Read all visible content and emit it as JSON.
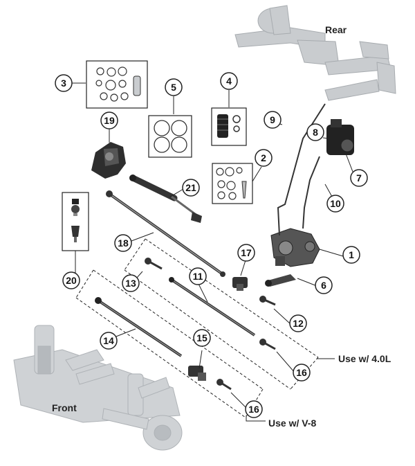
{
  "labels": {
    "rear": "Rear",
    "front": "Front",
    "use_40l": "Use w/ 4.0L",
    "use_v8": "Use w/ V-8"
  },
  "callouts": {
    "c1": "1",
    "c2": "2",
    "c3": "3",
    "c4": "4",
    "c5": "5",
    "c6": "6",
    "c7": "7",
    "c8": "8",
    "c9": "9",
    "c10": "10",
    "c11": "11",
    "c12": "12",
    "c13": "13",
    "c14": "14",
    "c15": "15",
    "c16a": "16",
    "c16b": "16",
    "c17": "17",
    "c18": "18",
    "c19": "19",
    "c20": "20",
    "c21": "21"
  },
  "colors": {
    "line": "#222222",
    "ghost": "#b9bcc0",
    "part": "#3a3a3a",
    "part_light": "#8c8c8c"
  }
}
